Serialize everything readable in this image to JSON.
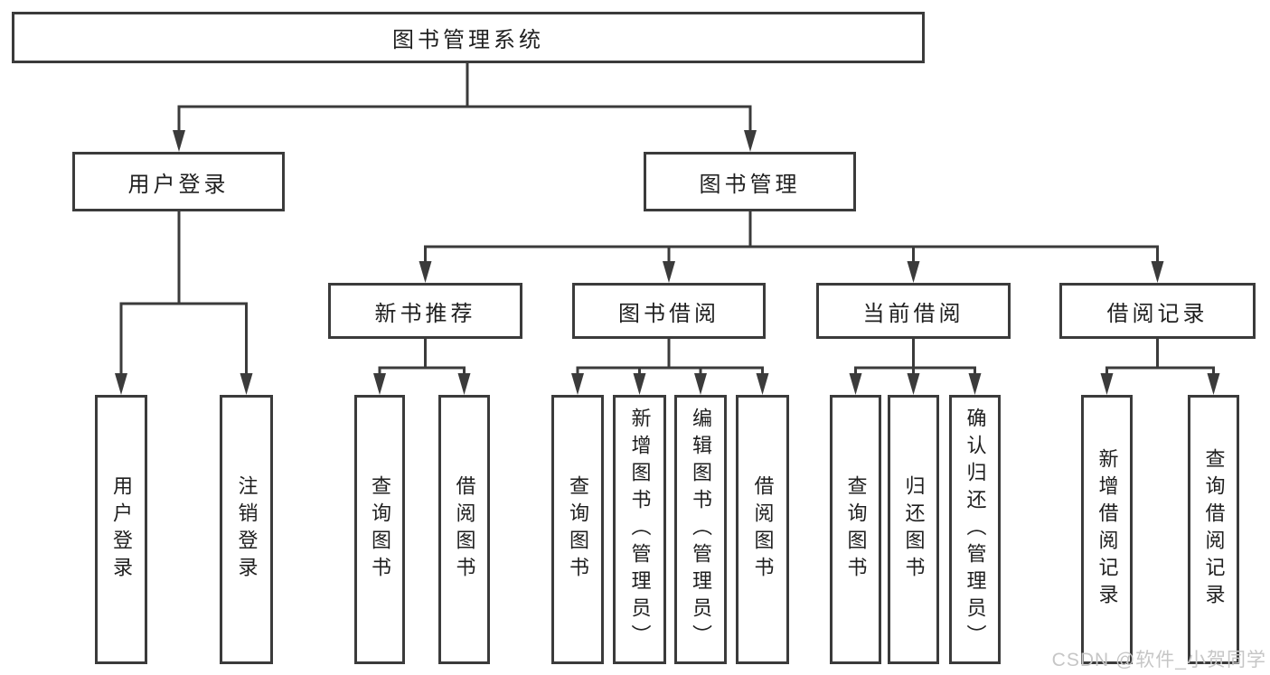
{
  "nodes": {
    "root": {
      "label": "图书管理系统"
    },
    "user_login": {
      "label": "用户登录"
    },
    "book_mgmt": {
      "label": "图书管理"
    },
    "new_book_rec": {
      "label": "新书推荐"
    },
    "book_borrow": {
      "label": "图书借阅"
    },
    "current_borrow": {
      "label": "当前借阅"
    },
    "borrow_record": {
      "label": "借阅记录"
    },
    "leaf_user_login": {
      "label": "用户登录"
    },
    "leaf_logout": {
      "label": "注销登录"
    },
    "leaf_rec_query_book": {
      "label": "查询图书"
    },
    "leaf_rec_borrow_book": {
      "label": "借阅图书"
    },
    "leaf_bor_query_book": {
      "label": "查询图书"
    },
    "leaf_bor_add_book": {
      "label": "新增图书（管理员）"
    },
    "leaf_bor_edit_book": {
      "label": "编辑图书（管理员）"
    },
    "leaf_bor_borrow_book": {
      "label": "借阅图书"
    },
    "leaf_cur_query_book": {
      "label": "查询图书"
    },
    "leaf_cur_return_book": {
      "label": "归还图书"
    },
    "leaf_cur_confirm_return": {
      "label": "确认归还（管理员）"
    },
    "leaf_rec2_add_record": {
      "label": "新增借阅记录"
    },
    "leaf_rec2_query_record": {
      "label": "查询借阅记录"
    }
  },
  "hierarchy": {
    "label": "图书管理系统",
    "children": [
      {
        "label": "用户登录",
        "children": [
          {
            "label": "用户登录"
          },
          {
            "label": "注销登录"
          }
        ]
      },
      {
        "label": "图书管理",
        "children": [
          {
            "label": "新书推荐",
            "children": [
              {
                "label": "查询图书"
              },
              {
                "label": "借阅图书"
              }
            ]
          },
          {
            "label": "图书借阅",
            "children": [
              {
                "label": "查询图书"
              },
              {
                "label": "新增图书（管理员）"
              },
              {
                "label": "编辑图书（管理员）"
              },
              {
                "label": "借阅图书"
              }
            ]
          },
          {
            "label": "当前借阅",
            "children": [
              {
                "label": "查询图书"
              },
              {
                "label": "归还图书"
              },
              {
                "label": "确认归还（管理员）"
              }
            ]
          },
          {
            "label": "借阅记录",
            "children": [
              {
                "label": "新增借阅记录"
              },
              {
                "label": "查询借阅记录"
              }
            ]
          }
        ]
      }
    ]
  },
  "watermark": {
    "text": "CSDN @软件_小贺同学"
  },
  "colors": {
    "line": "#3b3b3b",
    "border": "#3b3b3b",
    "text": "#1f1f1f",
    "background": "#ffffff",
    "watermark": "#c6c6c6"
  }
}
